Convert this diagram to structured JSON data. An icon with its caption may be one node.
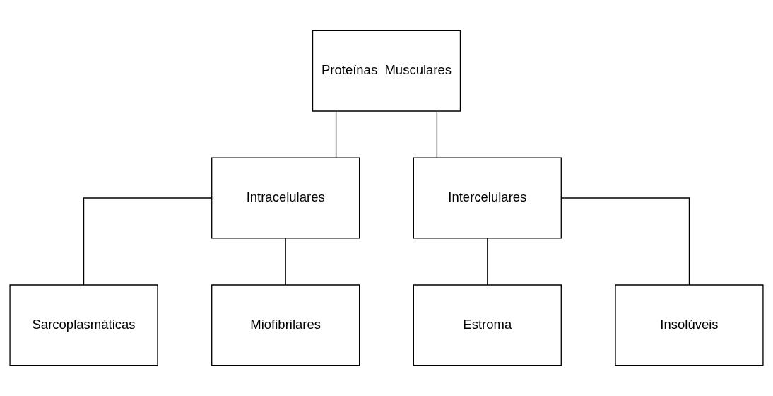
{
  "diagram": {
    "nodes": [
      {
        "text": [
          "Proteínas  Musculares"
        ]
      },
      {
        "text": [
          "Intracelulares"
        ]
      },
      {
        "text": [
          "Intercelulares"
        ]
      },
      {
        "text": [
          "Sarcoplasmáticas"
        ]
      },
      {
        "text": [
          "Miofibrilares"
        ]
      },
      {
        "text": [
          "Estroma"
        ]
      },
      {
        "text": [
          "Insolúveis"
        ]
      }
    ],
    "edges": [
      {
        "from": 0,
        "to": 1,
        "arrow": "none"
      },
      {
        "from": 0,
        "to": 2,
        "arrow": "none"
      },
      {
        "from": 1,
        "to": 3,
        "arrow": "none"
      },
      {
        "from": 1,
        "to": 4,
        "arrow": "none"
      },
      {
        "from": 2,
        "to": 5,
        "arrow": "none"
      },
      {
        "from": 2,
        "to": 6,
        "arrow": "none"
      }
    ]
  }
}
